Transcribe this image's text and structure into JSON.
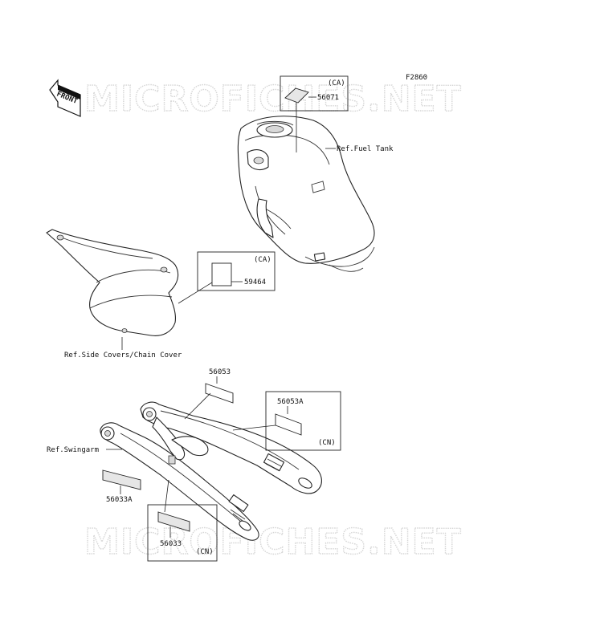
{
  "figure_code": "F2860",
  "watermark": "MICROFICHES.NET",
  "front_arrow": "FRONT",
  "refs": {
    "fuel_tank": "Ref.Fuel Tank",
    "side_covers": "Ref.Side Covers/Chain Cover",
    "swingarm": "Ref.Swingarm"
  },
  "parts": {
    "p56071": {
      "number": "56071",
      "market": "(CA)"
    },
    "p59464": {
      "number": "59464",
      "market": "(CA)"
    },
    "p56053": {
      "number": "56053"
    },
    "p56053A": {
      "number": "56053A",
      "market": "(CN)"
    },
    "p56033A": {
      "number": "56033A"
    },
    "p56033": {
      "number": "56033",
      "market": "(CN)"
    }
  }
}
